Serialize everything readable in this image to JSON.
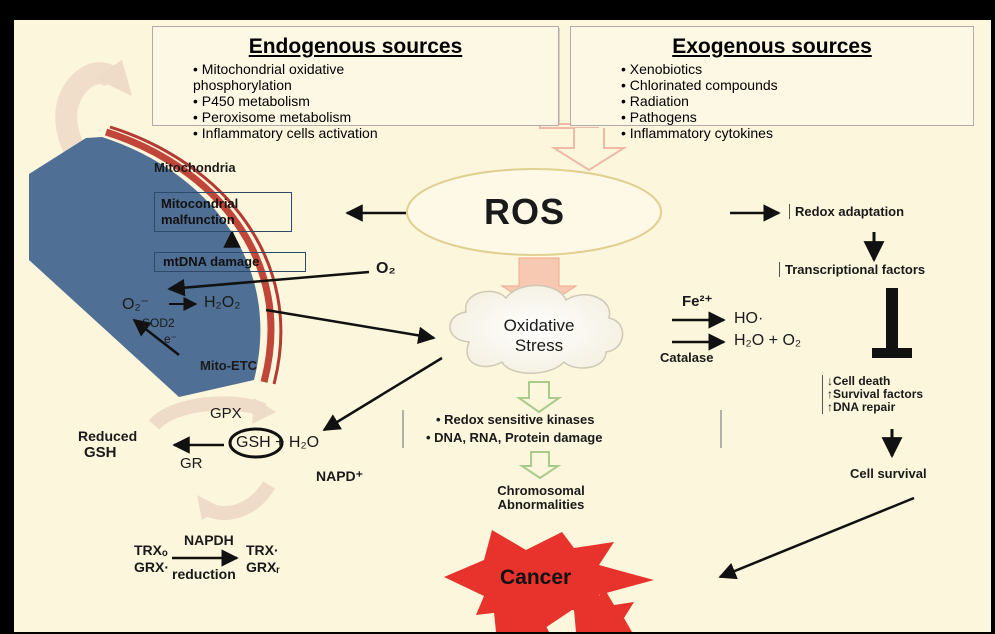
{
  "endogenous": {
    "title": "Endogenous sources",
    "items": [
      "• Mitochondrial oxidative",
      "   phosphorylation",
      "• P450 metabolism",
      "• Peroxisome metabolism",
      "• Inflammatory cells activation"
    ]
  },
  "exogenous": {
    "title": "Exogenous sources",
    "items": [
      "• Xenobiotics",
      "• Chlorinated compounds",
      "• Radiation",
      "• Pathogens",
      "• Inflammatory cytokines"
    ]
  },
  "mito": {
    "title": "Mitochondria",
    "malfunction": [
      "Mitocondrial",
      "malfunction"
    ],
    "mtdna": "mtDNA damage",
    "o2minus": "O₂⁻",
    "h2o2": "H₂O₂",
    "sod2": "SOD2",
    "e": "e⁻",
    "etc": "Mito-ETC",
    "o2": "O₂",
    "fill_color": "#4f6f95"
  },
  "ros": "ROS",
  "stress": [
    "Oxidative",
    "Stress"
  ],
  "fe": "Fe²⁺",
  "ho": "HO·",
  "h2o_o2": "H₂O + O₂",
  "catalase": "Catalase",
  "right_chain": {
    "redox": "Redox adaptation",
    "tf": "Transcriptional factors",
    "cell_death": "↓Cell death",
    "survival": "↑Survival factors",
    "dna_repair": "↑DNA repair",
    "cell_survival": "Cell survival"
  },
  "damage": {
    "kinases": "• Redox sensitive kinases",
    "dna": "• DNA, RNA, Protein damage",
    "chromo": [
      "Chromosomal",
      "Abnormalities"
    ]
  },
  "glutathione": {
    "gpx": "GPX",
    "reduced": "Reduced",
    "gsh": "GSH",
    "gr": "GR",
    "gsh_h2o": "GSH + H₂O",
    "napd": "NAPD⁺",
    "napdh": "NAPDH",
    "trx_o": "TRXₒ",
    "grx_l": "GRX·",
    "reduction": "reduction",
    "trx_r": "TRX·",
    "grx_r": "GRXᵣ"
  },
  "cancer": "Cancer",
  "colors": {
    "background": "#fbf6dc",
    "cancer": "#e8322c",
    "arrow": "#111111",
    "pink_arrow": "#f2b9a8"
  }
}
